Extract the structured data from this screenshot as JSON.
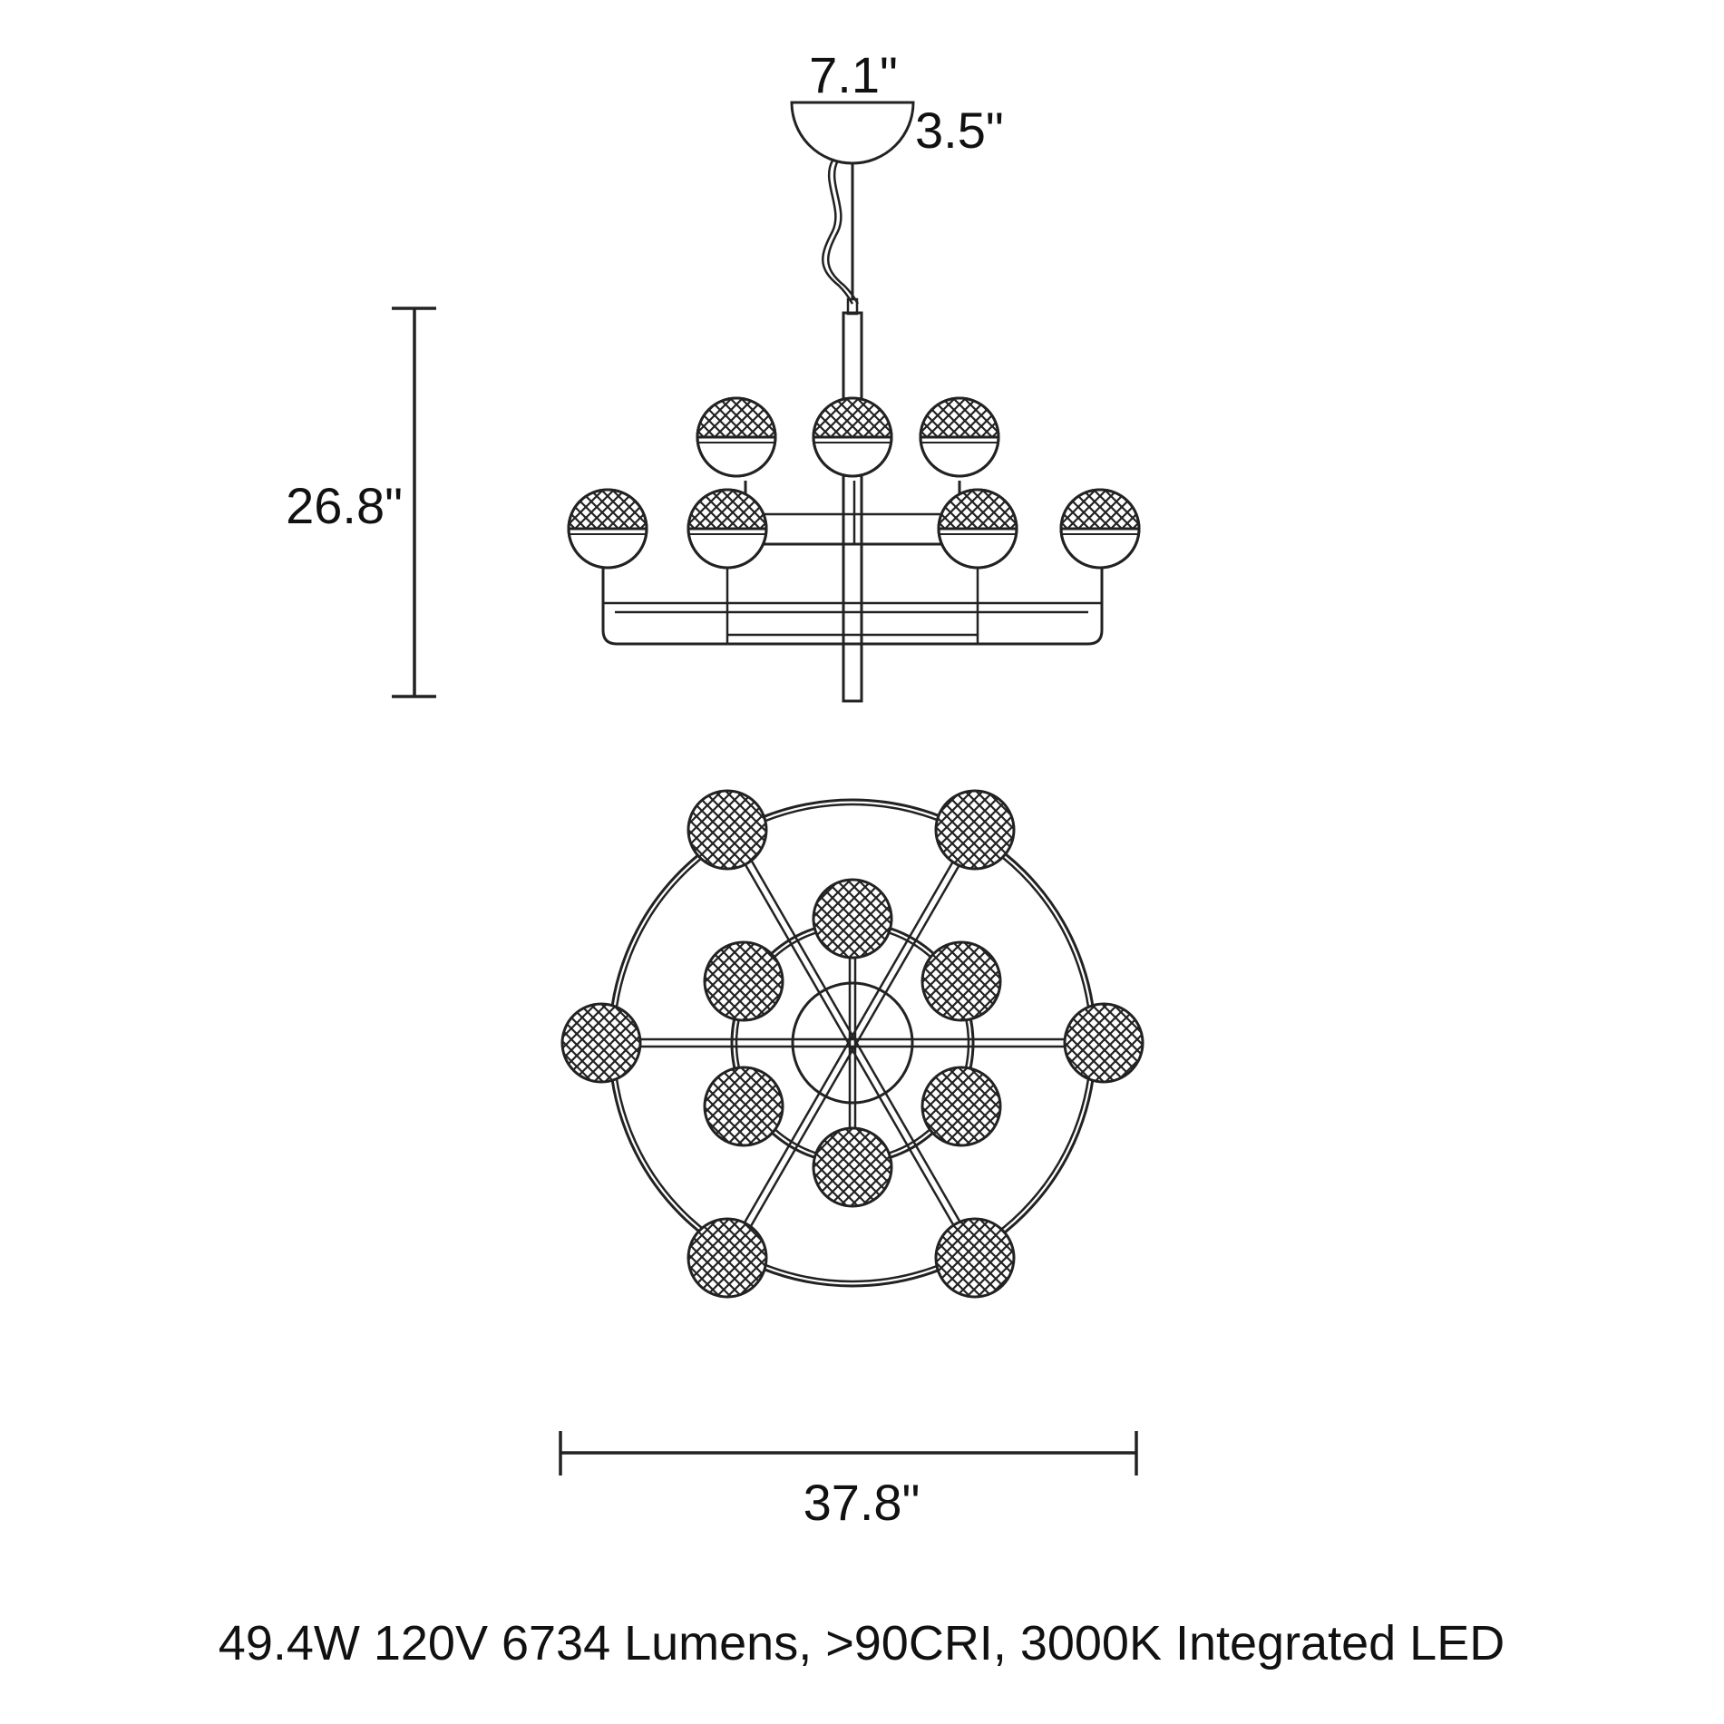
{
  "dimensions": {
    "canopy_width": "7.1\"",
    "canopy_height": "3.5\"",
    "overall_height": "26.8\"",
    "overall_diameter": "37.8\""
  },
  "specs": "49.4W 120V 6734 Lumens, >90CRI, 3000K Integrated LED"
}
